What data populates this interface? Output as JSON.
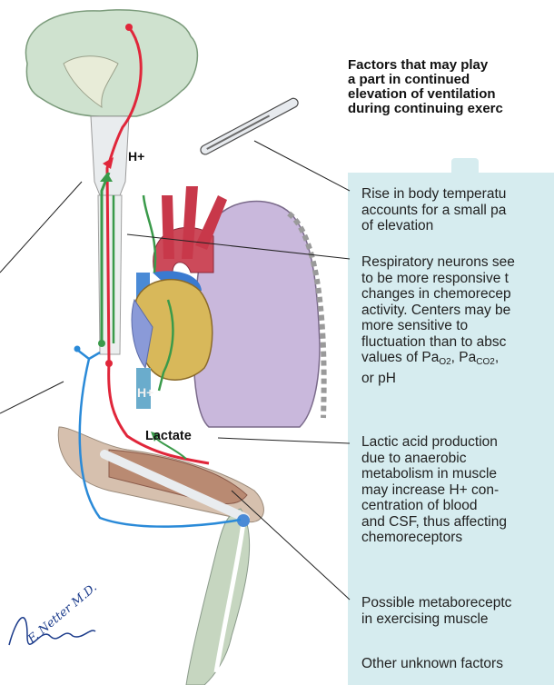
{
  "heading": "Factors that may play\na part in continued\nelevation of ventilation\nduring continuing exerc",
  "labels": {
    "hplus_brain": "H+",
    "hplus_heart": "H+",
    "lactate": "Lactate"
  },
  "notes": {
    "temperature": "Rise in body temperatu\naccounts for a small pa\nof elevation",
    "respiratory": "Respiratory neurons see\nto be more responsive t\nchanges in chemorecep\nactivity. Centers may be\nmore sensitive to\nfluctuation than to absc\nvalues of ",
    "respiratory_pa": "Pa",
    "respiratory_o2": "O2",
    "respiratory_sep": ", Pa",
    "respiratory_co2": "CO2",
    "respiratory_tail": ",\nor pH",
    "lactic": "Lactic acid production\ndue to anaerobic\nmetabolism in muscle\nmay increase H+ con-\ncentration of blood\nand CSF, thus affecting\nchemoreceptors",
    "metaboreceptors": "Possible metaboreceptc\nin exercising muscle",
    "other": "Other unknown factors"
  },
  "signature": "F. Netter M.D.",
  "colors": {
    "panel": "#d6ecef",
    "red_arrow": "#e0263a",
    "green_arrow": "#3a9a4a",
    "blue_nerve": "#2a8ad8",
    "brain": "#cfe2cf",
    "lung": "#c9b8dc",
    "muscle": "#b98a72"
  }
}
